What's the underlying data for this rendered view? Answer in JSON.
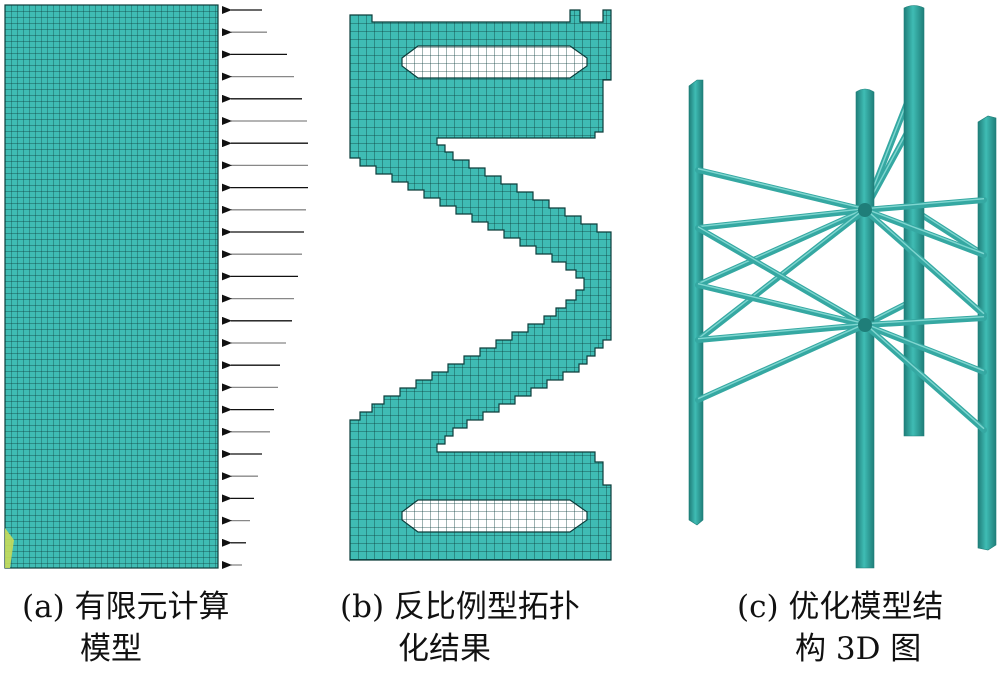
{
  "colors": {
    "mesh_fill": "#3fbcb4",
    "mesh_line": "#0c3d3b",
    "arrow": "#111111",
    "beam": "#35a8a2",
    "beam_dark": "#1f7e79",
    "beam_light": "#7fd6d0"
  },
  "panels": [
    {
      "label": "(a)",
      "caption_line1": "有限元计算",
      "caption_line2": "模型"
    },
    {
      "label": "(b)",
      "caption_line1": "反比例型拓扑",
      "caption_line2": "化结果"
    },
    {
      "label": "(c)",
      "caption_line1": "优化模型结",
      "caption_line2": "构 3D 图"
    }
  ]
}
